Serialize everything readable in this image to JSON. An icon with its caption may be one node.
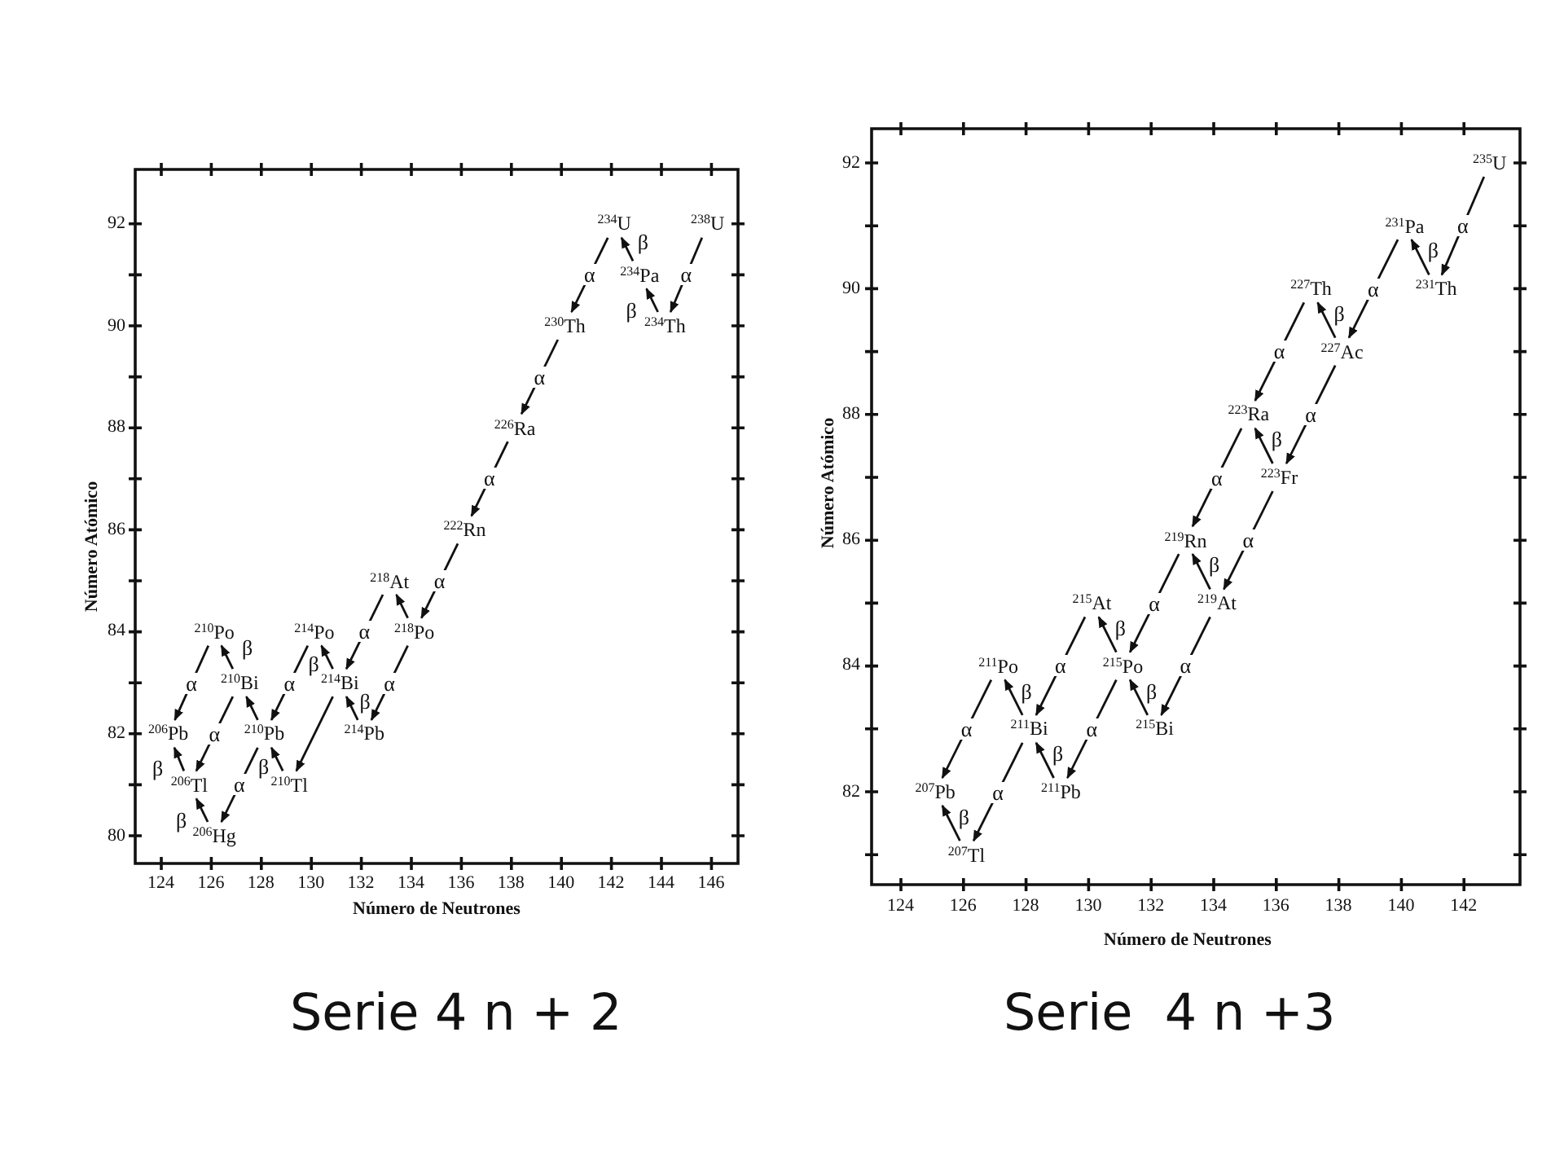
{
  "diagram": {
    "nodes": [
      {
        "text": [
          "$^{234}$U"
        ]
      },
      {
        "text": [
          "$^{238}$U"
        ]
      },
      {
        "text": [
          "$^{234}$Pa"
        ]
      },
      {
        "text": [
          "$^{230}$Th"
        ]
      },
      {
        "text": [
          "$^{234}$Th"
        ]
      },
      {
        "text": [
          "$^{226}$Ra"
        ]
      },
      {
        "text": [
          "$^{222}$Rn"
        ]
      },
      {
        "text": [
          "$^{218}$At"
        ]
      },
      {
        "text": [
          "$^{210}$Po"
        ]
      },
      {
        "text": [
          "$^{214}$Po"
        ]
      },
      {
        "text": [
          "$^{218}$Po"
        ]
      },
      {
        "text": [
          "$^{210}$Bi"
        ]
      },
      {
        "text": [
          "$^{214}$Bi"
        ]
      },
      {
        "text": [
          "$^{206}$Pb"
        ]
      },
      {
        "text": [
          "$^{210}$Pb"
        ]
      },
      {
        "text": [
          "$^{214}$Pb"
        ]
      },
      {
        "text": [
          "$^{206}$Tl"
        ]
      },
      {
        "text": [
          "$^{210}$Tl"
        ]
      },
      {
        "text": [
          "$^{206}$Hg"
        ]
      },
      {
        "text": [
          "$^{235}$U"
        ]
      },
      {
        "text": [
          "$^{231}$Pa"
        ]
      },
      {
        "text": [
          "$^{231}$Th"
        ]
      },
      {
        "text": [
          "$^{227}$Th"
        ]
      },
      {
        "text": [
          "$^{227}$Ac"
        ]
      },
      {
        "text": [
          "$^{223}$Ra"
        ]
      },
      {
        "text": [
          "$^{223}$Fr"
        ]
      },
      {
        "text": [
          "$^{219}$Rn"
        ]
      },
      {
        "text": [
          "$^{215}$At"
        ]
      },
      {
        "text": [
          "$^{219}$At"
        ]
      },
      {
        "text": [
          "$^{211}$Po"
        ]
      },
      {
        "text": [
          "$^{215}$Po"
        ]
      },
      {
        "text": [
          "$^{211}$Bi"
        ]
      },
      {
        "text": [
          "$^{215}$Bi"
        ]
      },
      {
        "text": [
          "$^{207}$Pb"
        ]
      },
      {
        "text": [
          "$^{211}$Pb"
        ]
      },
      {
        "text": [
          "$^{207}$Tl"
        ]
      }
    ],
    "edges": [
      {
        "from": 1,
        "to": 4,
        "arrow": "to",
        "label": "α"
      },
      {
        "from": 4,
        "to": 2,
        "arrow": "to",
        "label": "β"
      },
      {
        "from": 2,
        "to": 0,
        "arrow": "to",
        "label": "β"
      },
      {
        "from": 0,
        "to": 3,
        "arrow": "to",
        "label": "α"
      },
      {
        "from": 3,
        "to": 5,
        "arrow": "to",
        "label": "α"
      },
      {
        "from": 5,
        "to": 6,
        "arrow": "to",
        "label": "α"
      },
      {
        "from": 6,
        "to": 10,
        "arrow": "to",
        "label": "α"
      },
      {
        "from": 10,
        "to": 7,
        "arrow": "to"
      },
      {
        "from": 10,
        "to": 15,
        "arrow": "to",
        "label": "α"
      },
      {
        "from": 7,
        "to": 12,
        "arrow": "to",
        "label": "α"
      },
      {
        "from": 15,
        "to": 12,
        "arrow": "to",
        "label": "β"
      },
      {
        "from": 12,
        "to": 9,
        "arrow": "to",
        "label": "β"
      },
      {
        "from": 12,
        "to": 17,
        "arrow": "to"
      },
      {
        "from": 9,
        "to": 14,
        "arrow": "to",
        "label": "α"
      },
      {
        "from": 17,
        "to": 14,
        "arrow": "to",
        "label": "β"
      },
      {
        "from": 14,
        "to": 11,
        "arrow": "to"
      },
      {
        "from": 11,
        "to": 8,
        "arrow": "to",
        "label": "β"
      },
      {
        "from": 11,
        "to": 16,
        "arrow": "to",
        "label": "α"
      },
      {
        "from": 8,
        "to": 13,
        "arrow": "to",
        "label": "α"
      },
      {
        "from": 14,
        "to": 18,
        "arrow": "to",
        "label": "α"
      },
      {
        "from": 18,
        "to": 16,
        "arrow": "to",
        "label": "β"
      },
      {
        "from": 16,
        "to": 13,
        "arrow": "to",
        "label": "β"
      },
      {
        "from": 19,
        "to": 21,
        "arrow": "to",
        "label": "α"
      },
      {
        "from": 21,
        "to": 20,
        "arrow": "to",
        "label": "β"
      },
      {
        "from": 20,
        "to": 23,
        "arrow": "to",
        "label": "α"
      },
      {
        "from": 23,
        "to": 22,
        "arrow": "to",
        "label": "β"
      },
      {
        "from": 23,
        "to": 25,
        "arrow": "to",
        "label": "α"
      },
      {
        "from": 22,
        "to": 24,
        "arrow": "to",
        "label": "α"
      },
      {
        "from": 25,
        "to": 24,
        "arrow": "to",
        "label": "β"
      },
      {
        "from": 24,
        "to": 26,
        "arrow": "to",
        "label": "α"
      },
      {
        "from": 25,
        "to": 28,
        "arrow": "to",
        "label": "α"
      },
      {
        "from": 28,
        "to": 26,
        "arrow": "to",
        "label": "β"
      },
      {
        "from": 26,
        "to": 30,
        "arrow": "to",
        "label": "α"
      },
      {
        "from": 28,
        "to": 32,
        "arrow": "to",
        "label": "α"
      },
      {
        "from": 32,
        "to": 30,
        "arrow": "to",
        "label": "β"
      },
      {
        "from": 30,
        "to": 27,
        "arrow": "to",
        "label": "β"
      },
      {
        "from": 30,
        "to": 34,
        "arrow": "to",
        "label": "α"
      },
      {
        "from": 27,
        "to": 31,
        "arrow": "to",
        "label": "α"
      },
      {
        "from": 34,
        "to": 31,
        "arrow": "to",
        "label": "β"
      },
      {
        "from": 31,
        "to": 29,
        "arrow": "to",
        "label": "β"
      },
      {
        "from": 31,
        "to": 35,
        "arrow": "to",
        "label": "α"
      },
      {
        "from": 29,
        "to": 33,
        "arrow": "to",
        "label": "α"
      },
      {
        "from": 35,
        "to": 33,
        "arrow": "to",
        "label": "β"
      }
    ],
    "labels": [
      "92",
      "90",
      "88",
      "86",
      "84",
      "82",
      "80",
      "Número Atómico",
      "124",
      "126",
      "128",
      "130",
      "132",
      "134",
      "136",
      "138",
      "140",
      "142",
      "144",
      "146",
      "Número de Neutrones",
      "92",
      "90",
      "88",
      "86",
      "84",
      "82",
      "Número Atómico",
      "124",
      "126",
      "128",
      "130",
      "132",
      "134",
      "136",
      "138",
      "140",
      "142",
      "Número de Neutrones",
      "Serie 4 n + 2",
      "Serie  4 n +3"
    ]
  }
}
